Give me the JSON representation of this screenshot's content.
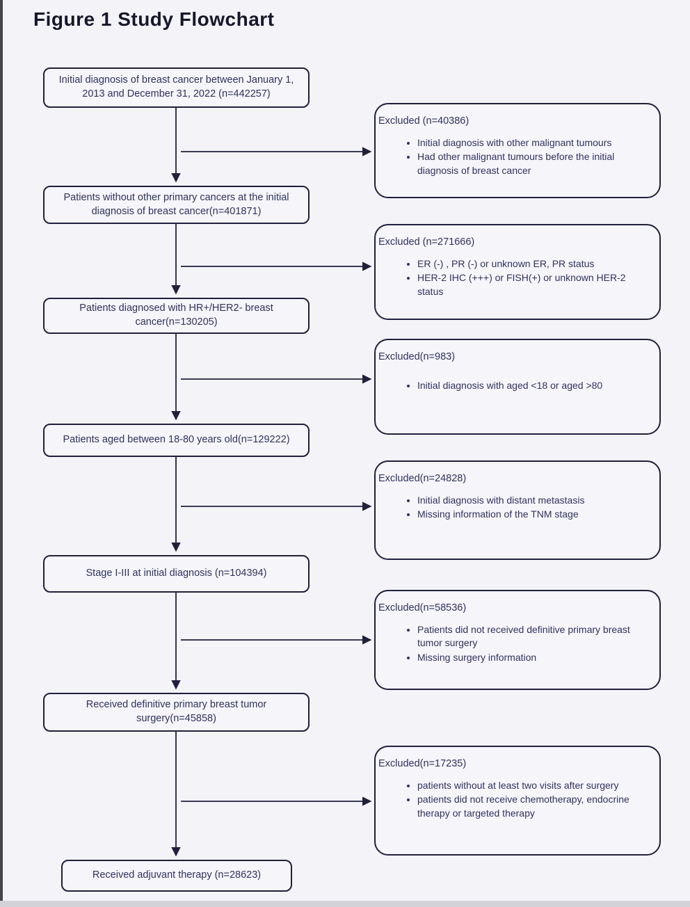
{
  "page": {
    "title": "Figure 1 Study Flowchart"
  },
  "flow_boxes": [
    {
      "label": "Initial diagnosis of breast cancer between January 1, 2013 and December 31, 2022  (n=442257)"
    },
    {
      "label": "Patients without other primary cancers  at the initial diagnosis of breast cancer(n=401871)"
    },
    {
      "label": "Patients diagnosed with HR+/HER2- breast cancer(n=130205)"
    },
    {
      "label": "Patients aged between 18-80 years old(n=129222)"
    },
    {
      "label": "Stage I-III at initial diagnosis (n=104394)"
    },
    {
      "label": "Received definitive primary breast tumor surgery(n=45858)"
    },
    {
      "label": "Received adjuvant therapy  (n=28623)"
    }
  ],
  "excluded_boxes": [
    {
      "header": "Excluded (n=40386)",
      "bullets": [
        "Initial diagnosis with other malignant tumours",
        "Had other malignant tumours before the initial diagnosis of breast cancer"
      ]
    },
    {
      "header": "Excluded (n=271666)",
      "bullets": [
        "ER (-) , PR (-) or unknown ER, PR status",
        "HER-2 IHC (+++) or FISH(+) or unknown HER-2 status"
      ]
    },
    {
      "header": "Excluded(n=983)",
      "bullets": [
        "Initial diagnosis with aged <18 or aged >80"
      ]
    },
    {
      "header": "Excluded(n=24828)",
      "bullets": [
        "Initial diagnosis with distant metastasis",
        "Missing information of the TNM stage"
      ]
    },
    {
      "header": "Excluded(n=58536)",
      "bullets": [
        "Patients did not received definitive primary breast tumor surgery",
        "Missing surgery information"
      ]
    },
    {
      "header": "Excluded(n=17235)",
      "bullets": [
        "patients without at least two visits after surgery",
        "patients did not receive chemotherapy,  endocrine therapy or targeted therapy"
      ]
    }
  ],
  "colors": {
    "background": "#f3f3f8",
    "box_border": "#20203c",
    "text": "#31315e",
    "arrow": "#20203c"
  }
}
